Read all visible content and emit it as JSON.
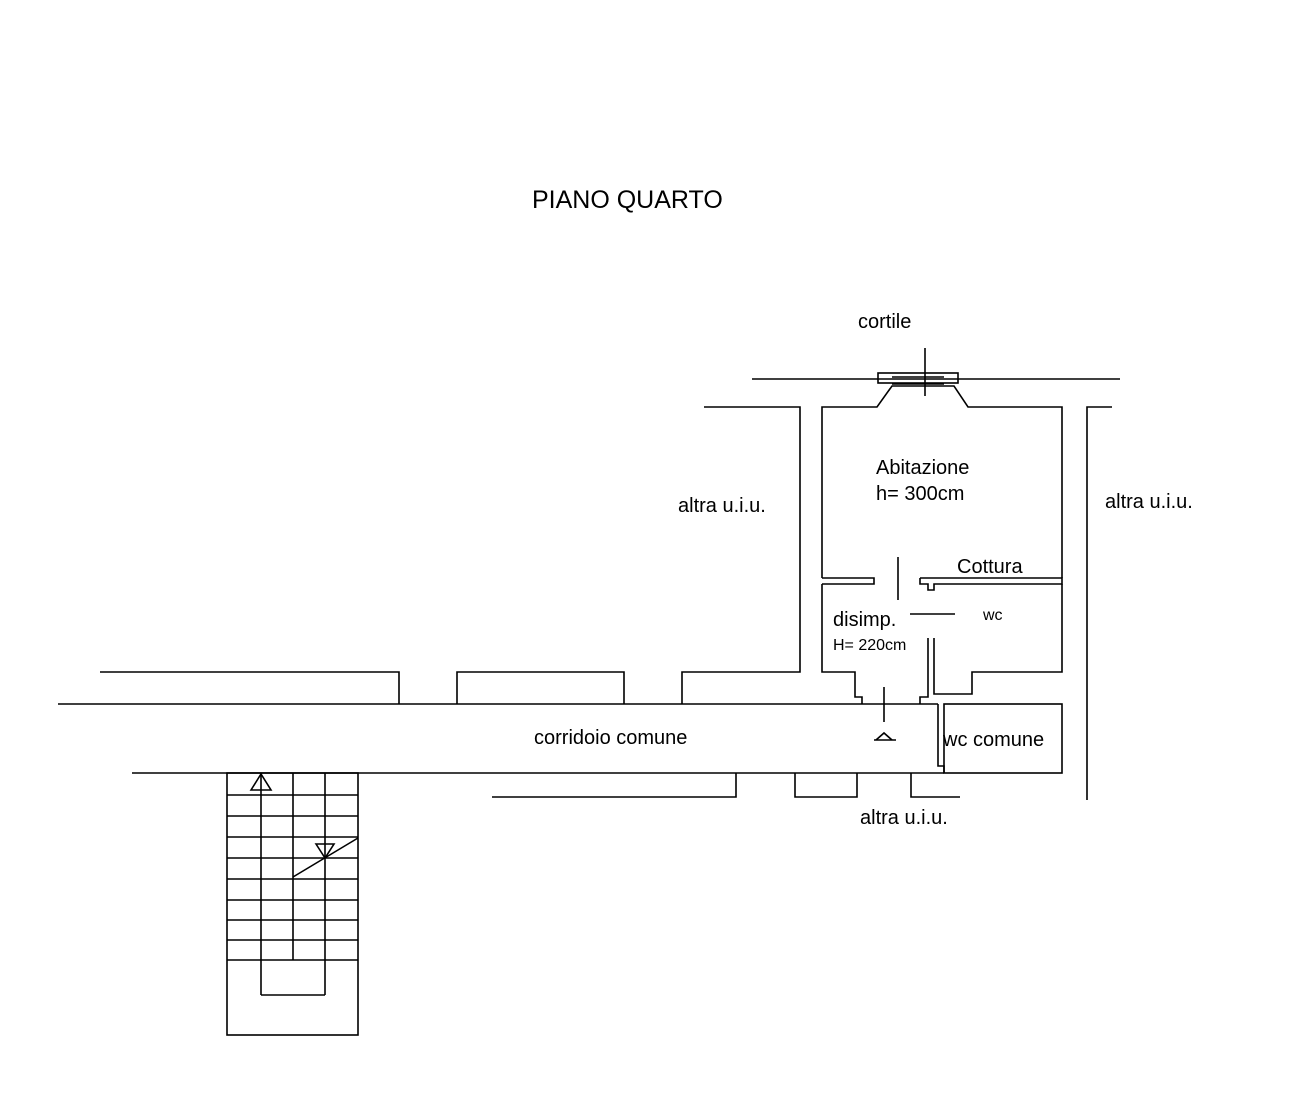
{
  "plan": {
    "title": "PIANO QUARTO",
    "labels": {
      "cortile": "cortile",
      "abitazione": "Abitazione",
      "abitazione_height": "h= 300cm",
      "cottura": "Cottura",
      "disimpegno": "disimp.",
      "disimpegno_height": "H= 220cm",
      "wc": "wc",
      "wc_comune": "wc comune",
      "corridoio": "corridoio comune",
      "altra_left": "altra u.i.u.",
      "altra_right": "altra u.i.u.",
      "altra_bottom": "altra u.i.u."
    }
  }
}
